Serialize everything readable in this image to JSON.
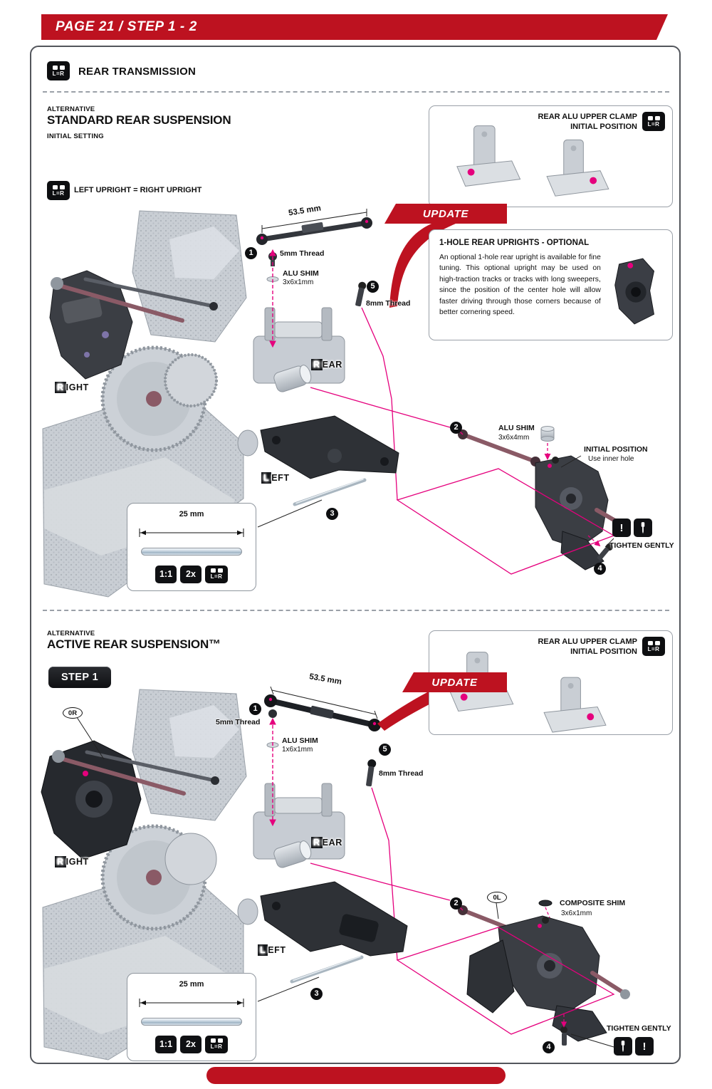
{
  "header": {
    "banner": "PAGE 21 / STEP 1 - 2"
  },
  "page_title": "REAR TRANSMISSION",
  "lr_icon": "L=R",
  "alert_badge": "!",
  "callout_numbers": {
    "n1": "1",
    "n2": "2",
    "n3": "3",
    "n4": "4",
    "n5": "5"
  },
  "colors": {
    "red": "#bd1220",
    "magenta": "#e5007d"
  },
  "sections": [
    {
      "kicker": "ALTERNATIVE",
      "title": "STANDARD REAR SUSPENSION",
      "subtitle": "INITIAL SETTING",
      "equality_note": "LEFT UPRIGHT = RIGHT UPRIGHT",
      "update": "UPDATE",
      "clamp_box": {
        "title": "REAR ALU UPPER CLAMP",
        "subtitle": "INITIAL POSITION"
      },
      "optional_box": {
        "title": "1-HOLE REAR UPRIGHTS - OPTIONAL",
        "body": "An optional 1-hole rear upright is available for fine tuning. This optional upright may be used on high-traction tracks or tracks with long sweepers, since the position of the center hole will allow faster driving through those corners because of better cornering speed."
      },
      "measure": "53.5 mm",
      "labels": {
        "thread_5mm": "5mm Thread",
        "shim_a_title": "ALU SHIM",
        "shim_a_size": "3x6x1mm",
        "thread_8mm": "8mm Thread",
        "rear": "REAR",
        "right": "RIGHT",
        "left": "LEFT",
        "shim_b_title": "ALU SHIM",
        "shim_b_size": "3x6x4mm",
        "initial_position": "INITIAL POSITION",
        "initial_position_sub": "Use inner hole",
        "tighten": "TIGHTEN GENTLY"
      },
      "pin_box": {
        "length": "25 mm",
        "scale": "1:1",
        "qty": "2x"
      }
    },
    {
      "kicker": "ALTERNATIVE",
      "title": "ACTIVE REAR SUSPENSION™",
      "step_badge": "STEP 1",
      "update": "UPDATE",
      "clamp_box": {
        "title": "REAR ALU UPPER CLAMP",
        "subtitle": "INITIAL POSITION"
      },
      "measure": "53.5 mm",
      "labels": {
        "thread_5mm": "5mm Thread",
        "shim_a_title": "ALU SHIM",
        "shim_a_size": "1x6x1mm",
        "thread_8mm": "8mm Thread",
        "rear": "REAR",
        "right": "RIGHT",
        "left": "LEFT",
        "tag_0r": "0R",
        "tag_0l": "0L",
        "shim_b_title": "COMPOSITE SHIM",
        "shim_b_size": "3x6x1mm",
        "tighten": "TIGHTEN GENTLY"
      },
      "pin_box": {
        "length": "25 mm",
        "scale": "1:1",
        "qty": "2x"
      }
    }
  ]
}
